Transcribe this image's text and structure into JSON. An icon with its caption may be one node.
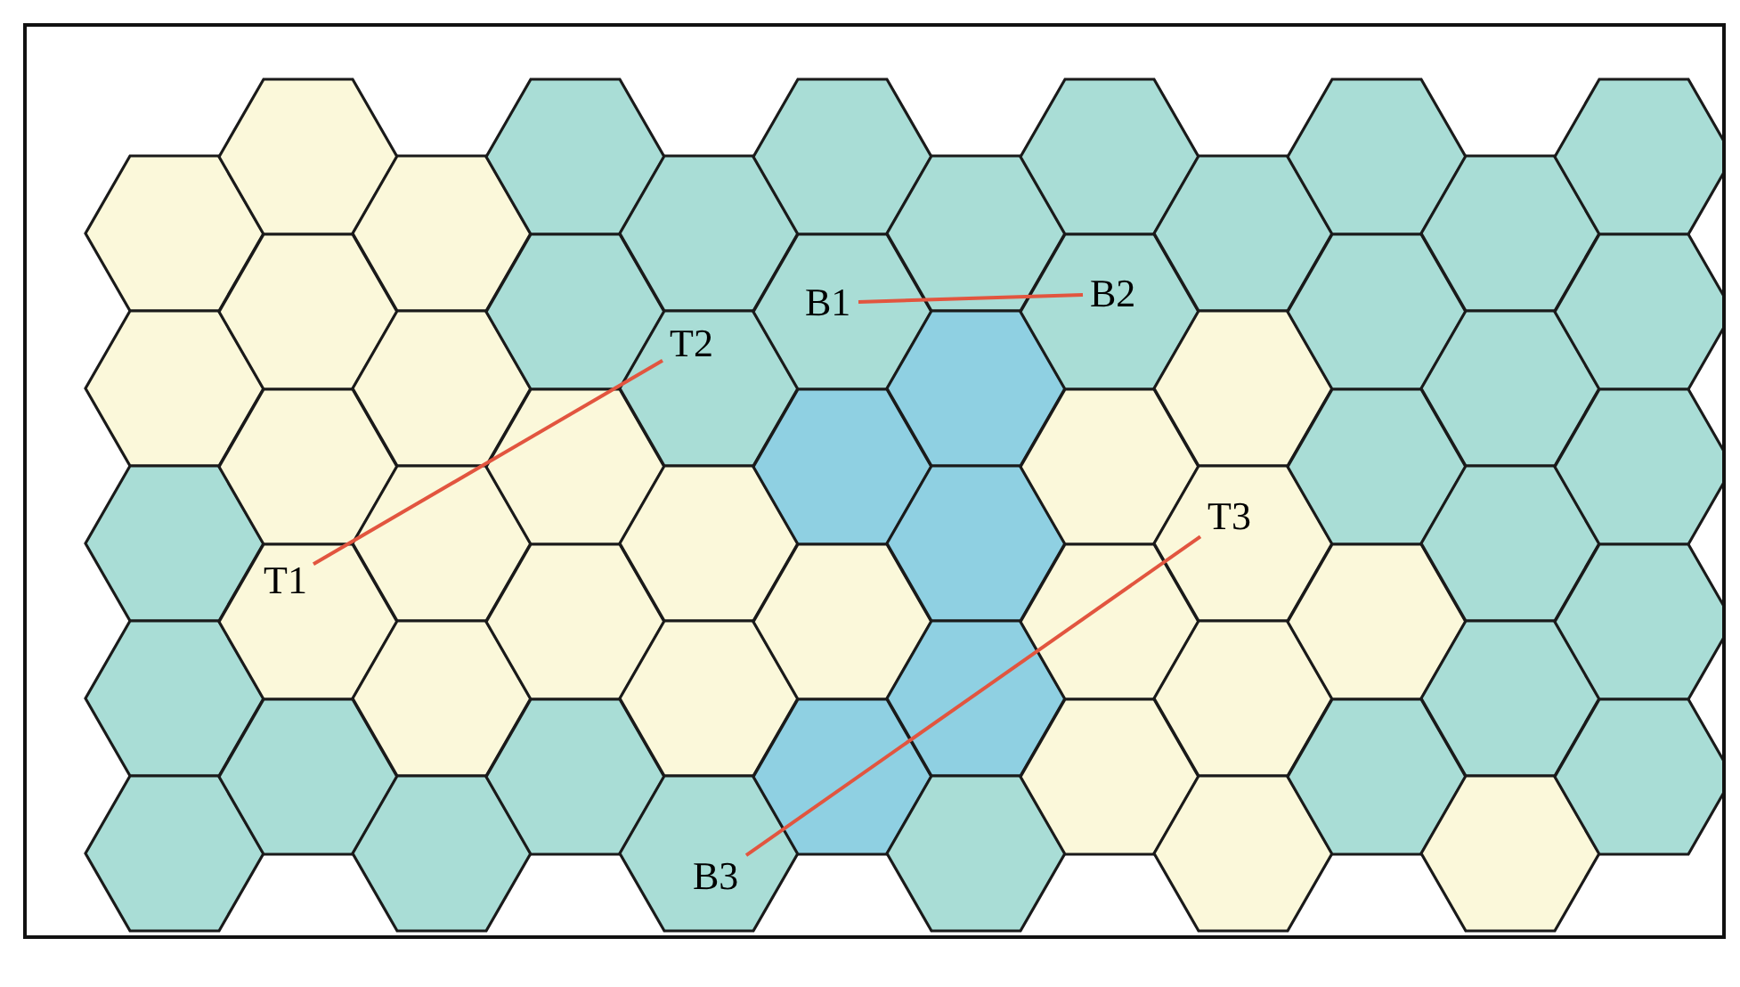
{
  "diagram": {
    "nodes": [
      {
        "text": [
          "T1"
        ]
      },
      {
        "text": [
          "T2"
        ]
      },
      {
        "text": [
          "B1"
        ]
      },
      {
        "text": [
          "B2"
        ]
      },
      {
        "text": [
          "T3"
        ]
      },
      {
        "text": [
          "B3"
        ]
      }
    ],
    "edges": [
      {
        "from": 0,
        "to": 1,
        "arrow": "none"
      },
      {
        "from": 2,
        "to": 3,
        "arrow": "none"
      },
      {
        "from": 4,
        "to": 5,
        "arrow": "none"
      }
    ]
  }
}
